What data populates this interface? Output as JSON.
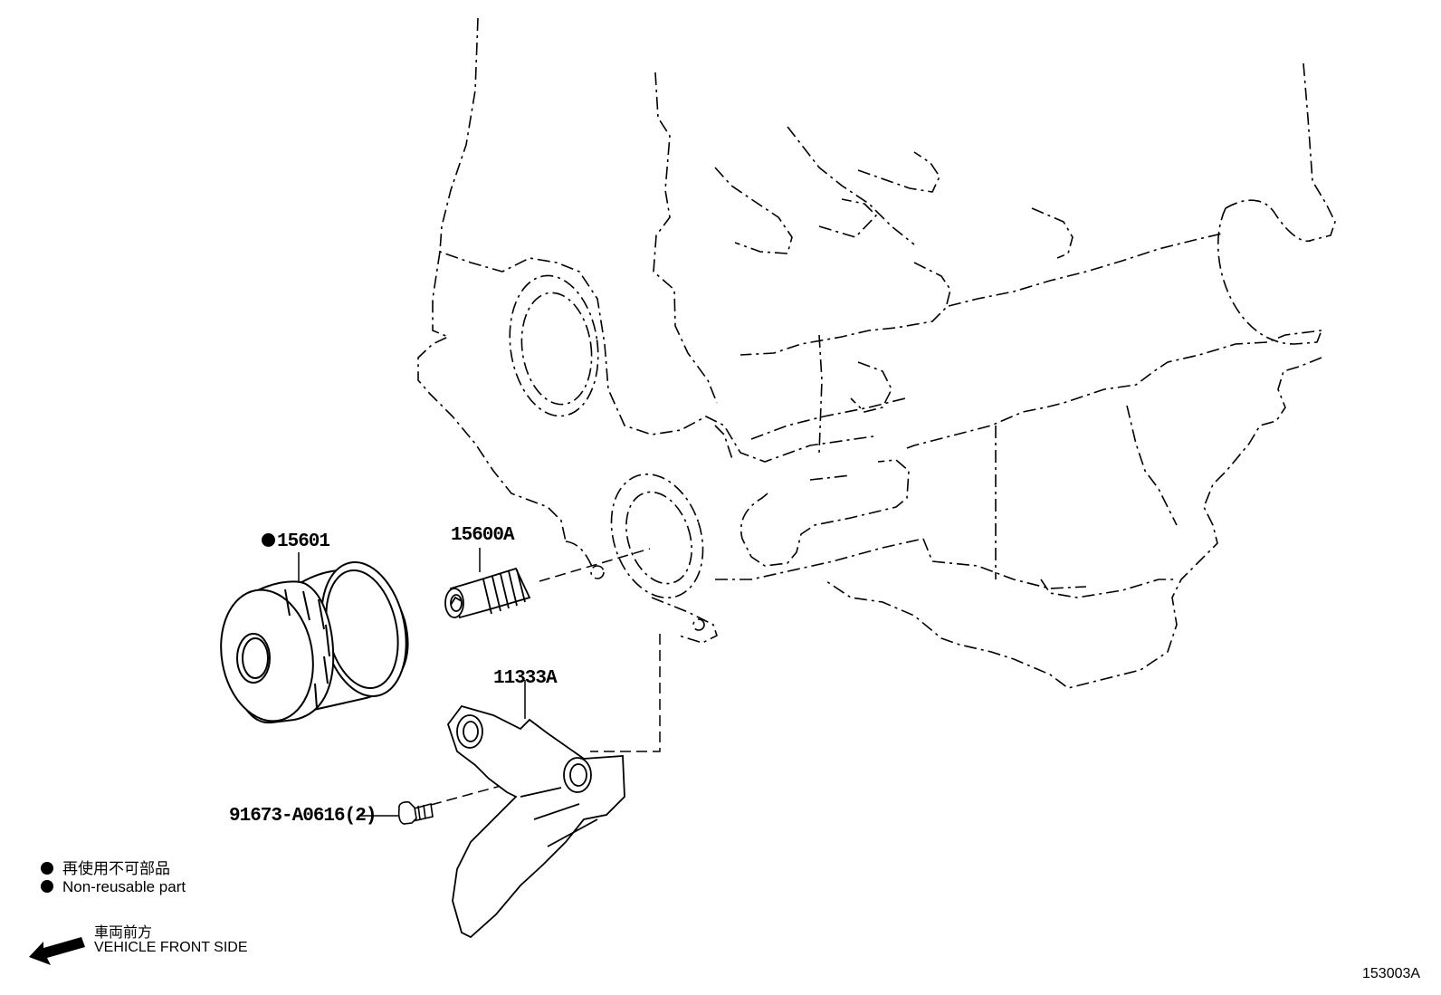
{
  "callouts": {
    "oil_filter": "15601",
    "union": "15600A",
    "bracket": "11333A",
    "bolt": "91673-A0616(2)"
  },
  "legend": {
    "non_reusable_jp": "再使用不可部品",
    "non_reusable_en": "Non-reusable part",
    "front_jp": "車両前方",
    "front_en": "VEHICLE FRONT SIDE"
  },
  "figure_id": "153003A",
  "icons": {
    "non_reusable_marker": "filled-circle-icon",
    "front_direction": "arrow-left-icon"
  }
}
